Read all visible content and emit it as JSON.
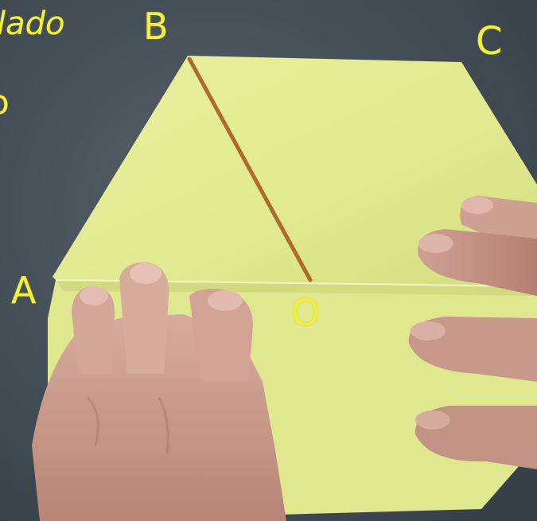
{
  "labels": {
    "partial_word": "lado",
    "partial_char": "o",
    "vertex_b": "B",
    "vertex_c": "C",
    "vertex_a": "A",
    "center_o": "O"
  },
  "colors": {
    "background": "#434d55",
    "paper": "#e3eb93",
    "paper_shadow": "#cdd67c",
    "crease_line": "#b06a2e",
    "label_yellow": "#f4ef38",
    "skin": "#cfa294"
  }
}
